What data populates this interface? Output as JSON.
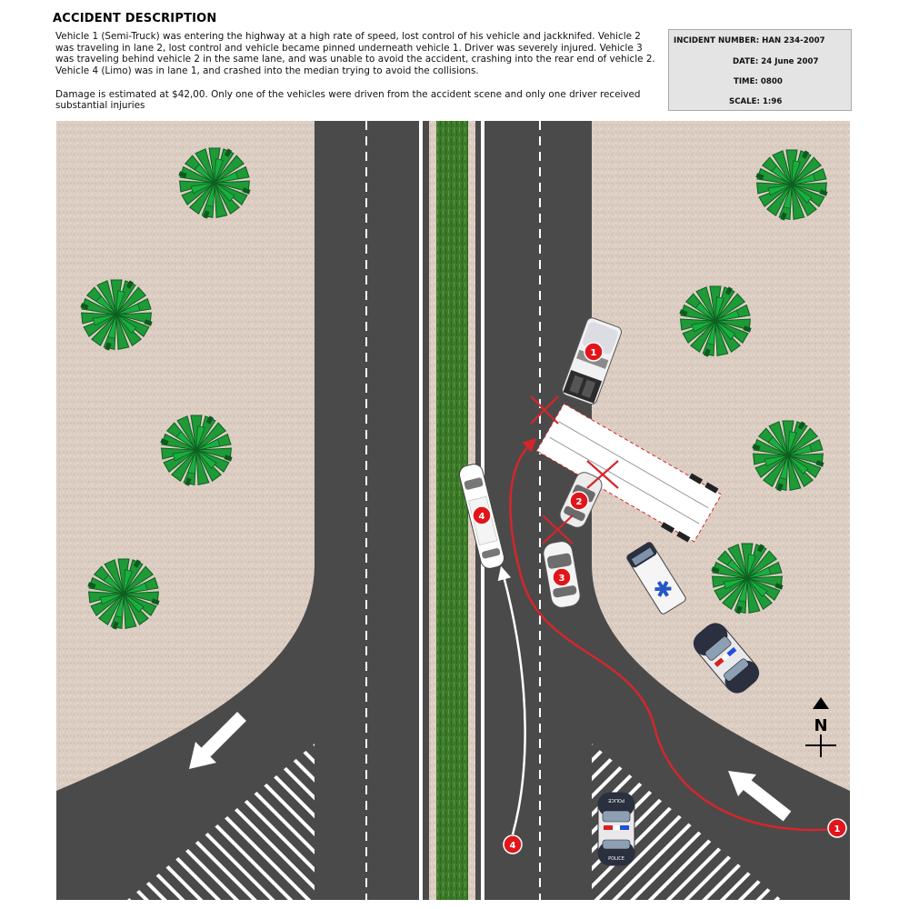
{
  "header": {
    "title": "ACCIDENT DESCRIPTION",
    "paragraphs": [
      "Vehicle 1 (Semi-Truck) was entering the highway at a high rate of speed, lost control of his vehicle and jackknifed. Vehicle 2 was traveling in lane 2, lost control and vehicle became pinned underneath vehicle 1.  Driver was severely injured.  Vehicle 3 was traveling behind vehicle 2 in the same lane, and was unable to avoid the accident, crashing into the rear end of vehicle 2.  Vehicle 4 (Limo) was in lane 1, and crashed into the median trying to avoid the collisions.",
      "Damage is estimated at $42,00.  Only one of the vehicles were driven from the accident scene and only one driver received substantial injuries"
    ]
  },
  "incident": {
    "number_label": "INCIDENT NUMBER:",
    "number_value": "HAN 234-2007",
    "date_label": "DATE:",
    "date_value": "24 June 2007",
    "time_label": "TIME:",
    "time_value": "0800",
    "scale_label": "SCALE:",
    "scale_value": "1:96"
  },
  "vehicles": {
    "v1": "1",
    "v2": "2",
    "v3": "3",
    "v4": "4",
    "v4_start": "4",
    "v1_start": "1"
  },
  "police_car_text": "POLICE",
  "compass_label": "N",
  "colors": {
    "asphalt": "#4a4a4a",
    "sand": "#d9c9bd",
    "median_grass": "#3f7f2c",
    "tree": "#1e9a37",
    "path_red": "#d4262b",
    "marker_red": "#e0161b",
    "info_bg": "#e4e4e4"
  }
}
